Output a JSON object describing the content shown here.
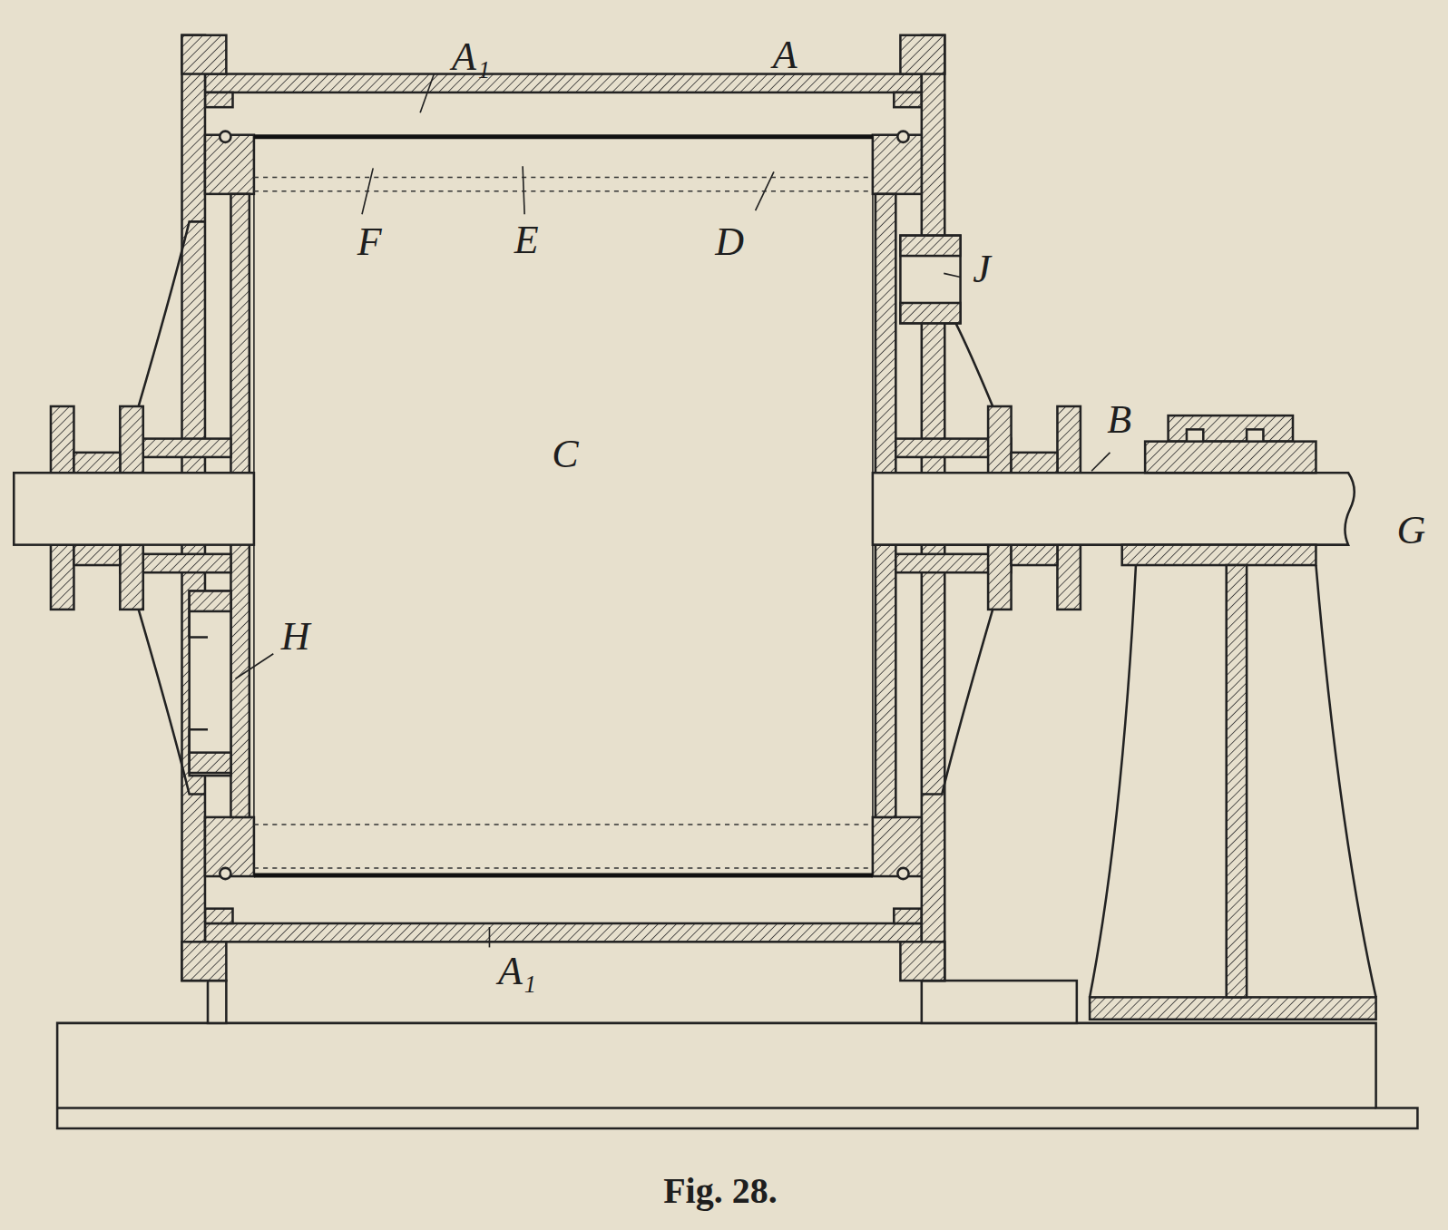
{
  "diagram": {
    "caption": "Fig. 28.",
    "labels": [
      "A₁",
      "A",
      "F",
      "E",
      "D",
      "J",
      "B",
      "C",
      "H",
      "A₁",
      "G"
    ]
  }
}
